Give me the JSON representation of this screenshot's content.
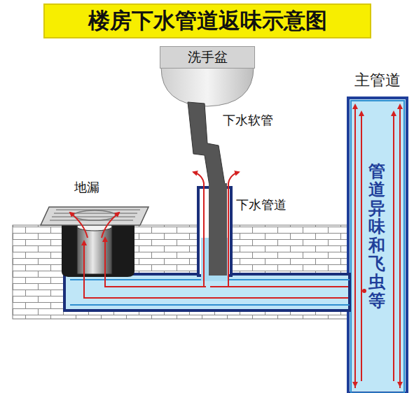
{
  "diagram": {
    "title": "楼房下水管道返味示意图",
    "nodes": [
      {
        "text": [
          "洗手盆"
        ]
      },
      {
        "text": [
          "主管道",
          "管道异味和飞虫等"
        ]
      }
    ],
    "labels": [
      "下水软管",
      "下水管道",
      "地漏"
    ]
  }
}
